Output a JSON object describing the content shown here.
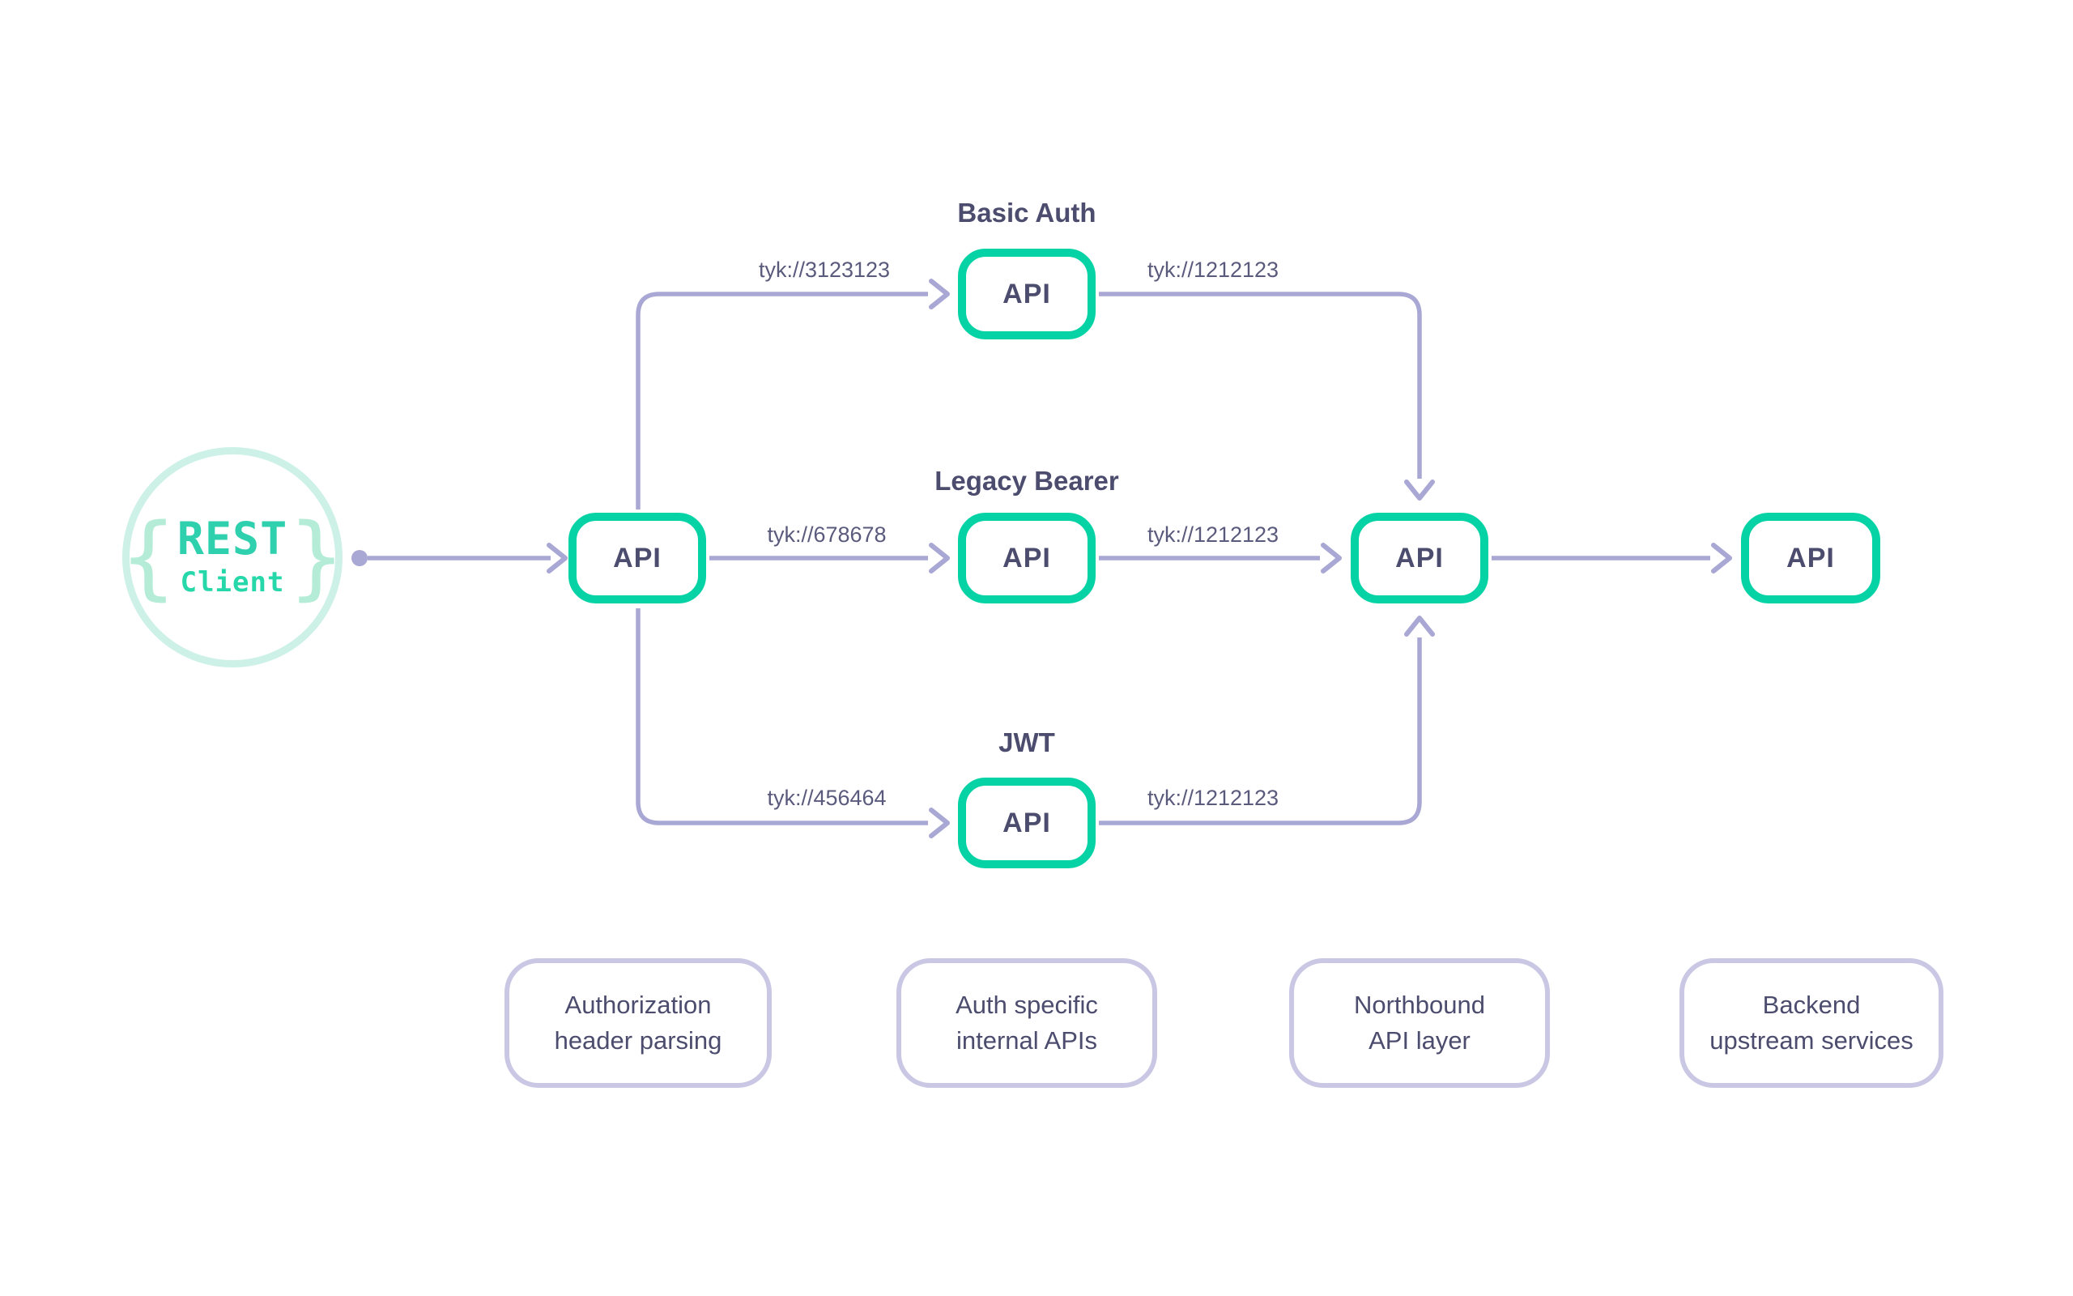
{
  "client": {
    "name": "REST",
    "type": "Client",
    "left_brace": "{",
    "right_brace": "}"
  },
  "nodes": {
    "gateway": {
      "label": "API"
    },
    "basic_auth": {
      "title": "Basic Auth",
      "label": "API"
    },
    "legacy_bearer": {
      "title": "Legacy Bearer",
      "label": "API"
    },
    "jwt": {
      "title": "JWT",
      "label": "API"
    },
    "northbound": {
      "label": "API"
    },
    "backend": {
      "label": "API"
    }
  },
  "edges": {
    "gateway_to_basic_auth": {
      "label": "tyk://3123123"
    },
    "gateway_to_legacy_bearer": {
      "label": "tyk://678678"
    },
    "gateway_to_jwt": {
      "label": "tyk://456464"
    },
    "basic_auth_to_northbound": {
      "label": "tyk://1212123"
    },
    "legacy_bearer_to_northbound": {
      "label": "tyk://1212123"
    },
    "jwt_to_northbound": {
      "label": "tyk://1212123"
    }
  },
  "legend": {
    "authorization_header_parsing": {
      "line1": "Authorization",
      "line2": "header parsing"
    },
    "auth_specific_internal_apis": {
      "line1": "Auth specific",
      "line2": "internal APIs"
    },
    "northbound_api_layer": {
      "line1": "Northbound",
      "line2": "API layer"
    },
    "backend_upstream_services": {
      "line1": "Backend",
      "line2": "upstream services"
    }
  },
  "colors": {
    "api_border": "#06d3a5",
    "connector": "#a9a7d4",
    "text": "#4c4c6e",
    "edge_label_text": "#5a5a7d",
    "client_name": "#2fd0ad",
    "client_type": "#26d7a9",
    "client_ring": "#cdf1e7",
    "client_brace": "#b5ecd8",
    "legend_border": "#c9c7e4"
  }
}
